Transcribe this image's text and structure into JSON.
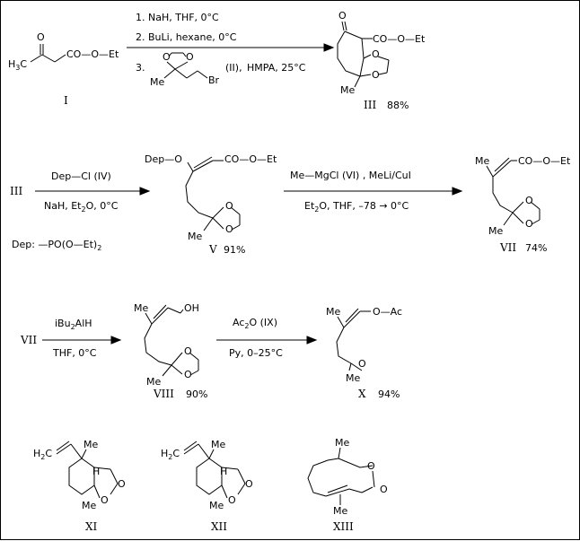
{
  "row1": {
    "compound_I": {
      "ketone_O": "O",
      "h3c": "H",
      "h3c_sub": "3",
      "h3c_c": "C",
      "ester": "CO—O—Et",
      "label": "I"
    },
    "conditions": {
      "step1": "1. NaH, THF,  0°C",
      "step2": "2. BuLi, hexane, 0°C",
      "step3_num": "3.",
      "reagent_O1": "O",
      "reagent_O2": "O",
      "reagent_me": "Me",
      "reagent_br": "Br",
      "reagent_id": "(II),",
      "step3_rest": "HMPA,  25°C"
    },
    "compound_III": {
      "ketone_O": "O",
      "ester": "CO—O—Et",
      "O1": "O",
      "O2": "O",
      "me": "Me",
      "label": "III",
      "yield": "88%"
    }
  },
  "row2": {
    "start_label": "III",
    "reagent_top": "Dep—Cl  (IV)",
    "reagent_bottom": "NaH, Et",
    "reagent_bottom_sub": "2",
    "reagent_bottom_rest": "O,  0°C",
    "dep_def": "Dep: —PO(O—Et)",
    "dep_def_sub": "2",
    "compound_V": {
      "dep_o": "Dep—O",
      "ester": "CO—O—Et",
      "O1": "O",
      "O2": "O",
      "me": "Me",
      "label": "V",
      "yield": "91%"
    },
    "cond2_top": "Me—MgCl  (VI) , MeLi/CuI",
    "cond2_bottom_a": "Et",
    "cond2_bottom_sub": "2",
    "cond2_bottom_b": "O, THF,  –78 → 0°C",
    "compound_VII": {
      "me_top": "Me",
      "ester": "CO—O—Et",
      "O1": "O",
      "O2": "O",
      "me": "Me",
      "label": "VII",
      "yield": "74%"
    }
  },
  "row3": {
    "start_label": "VII",
    "reagent_top": "iBu",
    "reagent_top_sub": "2",
    "reagent_top_rest": "AlH",
    "reagent_bottom": "THF,  0°C",
    "compound_VIII": {
      "me_top": "Me",
      "oh": "OH",
      "O1": "O",
      "O2": "O",
      "me": "Me",
      "label": "VIII",
      "yield": "90%"
    },
    "cond3_top_a": "Ac",
    "cond3_top_sub": "2",
    "cond3_top_b": "O  (IX)",
    "cond3_bottom": "Py,  0–25°C",
    "compound_X": {
      "me_top": "Me",
      "oac": "O—Ac",
      "ketone_O": "O",
      "me": "Me",
      "label": "X",
      "yield": "94%"
    }
  },
  "row4": {
    "compound_XI": {
      "h2c": "H",
      "h2c_sub": "2",
      "h2c_c": "C",
      "me_top": "Me",
      "h": "H",
      "ring_O": "O",
      "carbonyl_O": "O",
      "me_bottom": "Me",
      "label": "XI"
    },
    "compound_XII": {
      "h2c": "H",
      "h2c_sub": "2",
      "h2c_c": "C",
      "me_top": "Me",
      "h": "H",
      "ring_O": "O",
      "carbonyl_O": "O",
      "me_bottom": "Me",
      "label": "XII"
    },
    "compound_XIII": {
      "me_top": "Me",
      "ring_O": "O",
      "carbonyl_O": "O",
      "me_bottom": "Me",
      "label": "XIII"
    }
  }
}
